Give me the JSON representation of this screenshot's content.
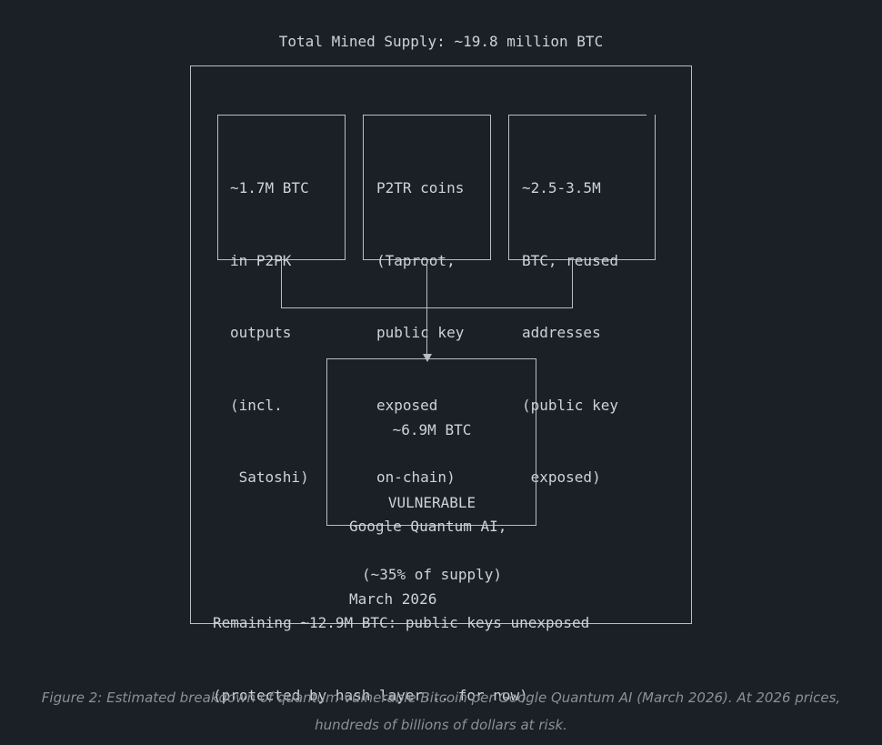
{
  "title": "Total Mined Supply: ~19.8 million BTC",
  "boxes": {
    "p2pk": [
      "~1.7M BTC",
      "in P2PK",
      "outputs",
      "(incl.",
      " Satoshi)"
    ],
    "p2tr": [
      "P2TR coins",
      "(Taproot,",
      "public key",
      "exposed",
      "on-chain)"
    ],
    "reused": [
      "~2.5-3.5M",
      "BTC, reused",
      "addresses",
      "(public key",
      " exposed)"
    ]
  },
  "vulnerable": {
    "line1": "~6.9M BTC",
    "line2": "VULNERABLE",
    "line3": "(~35% of supply)",
    "source1": "Google Quantum AI,",
    "source2": "March 2026"
  },
  "remaining": {
    "line1": "Remaining ~12.9M BTC: public keys unexposed",
    "line2": "(protected by hash layer... for now)"
  },
  "caption": "Figure 2: Estimated breakdown of quantum-vulnerable Bitcoin per Google Quantum AI (March 2026). At 2026 prices, hundreds of billions of dollars at risk."
}
